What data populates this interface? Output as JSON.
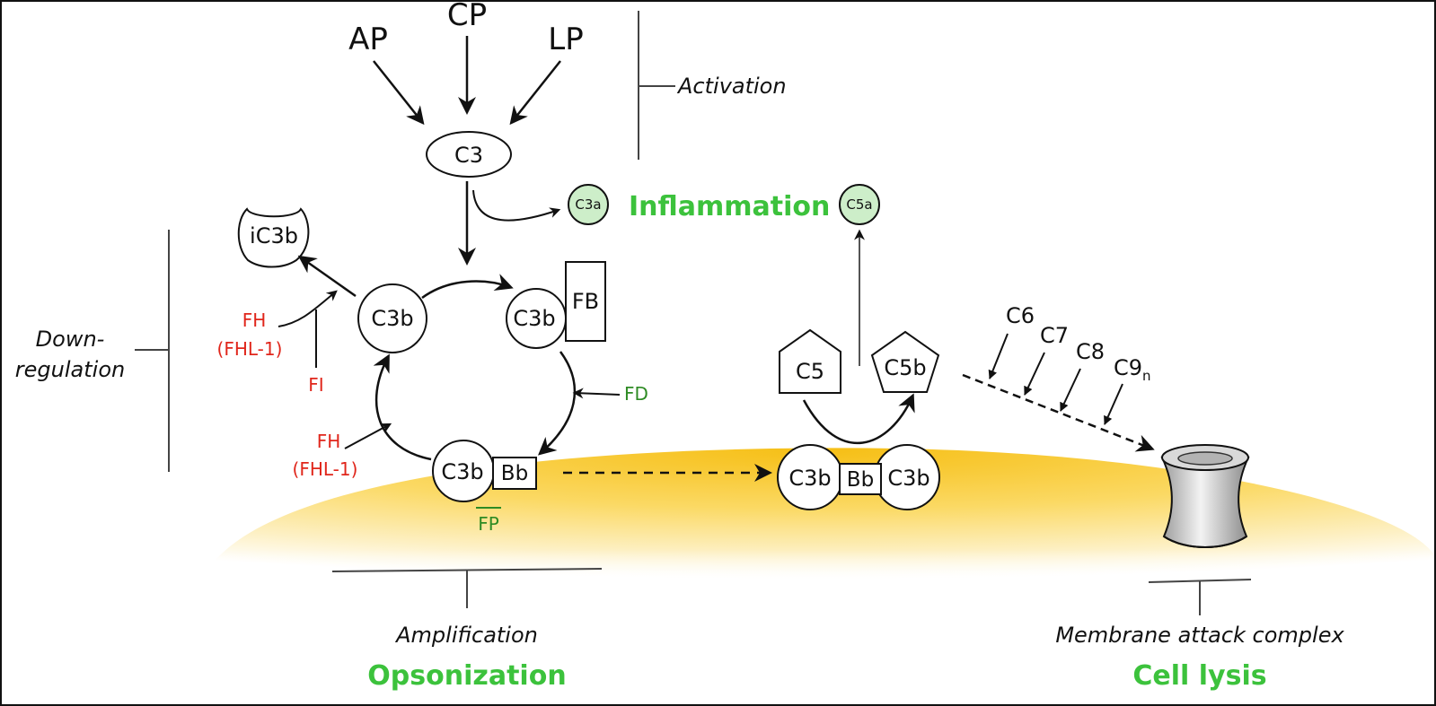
{
  "pathways": {
    "ap": "AP",
    "cp": "CP",
    "lp": "LP"
  },
  "stage_labels": {
    "activation": "Activation",
    "down_line1": "Down-",
    "down_line2": "regulation",
    "amplification": "Amplification",
    "mac": "Membrane attack complex"
  },
  "outcomes": {
    "inflammation": "Inflammation",
    "opsonization": "Opsonization",
    "cell_lysis": "Cell lysis"
  },
  "molecules": {
    "c3": "C3",
    "c3a": "C3a",
    "c5a": "C5a",
    "ic3b": "iC3b",
    "c3b": "C3b",
    "fb": "FB",
    "bb": "Bb",
    "c5": "C5",
    "c5b": "C5b",
    "c6": "C6",
    "c7": "C7",
    "c8": "C8",
    "c9": "C9",
    "c9_sub": "n"
  },
  "regulators": {
    "fh": "FH",
    "fhl1": "(FHL-1)",
    "fi": "FI",
    "fd": "FD",
    "fp": "FP"
  },
  "colors": {
    "regulator_red": "#e0261b",
    "factor_green": "#2e8b24",
    "outcome_green": "#3cc23c",
    "anaphylatoxin_fill": "#cdeec9",
    "membrane_yellow": "#f7c21b"
  }
}
